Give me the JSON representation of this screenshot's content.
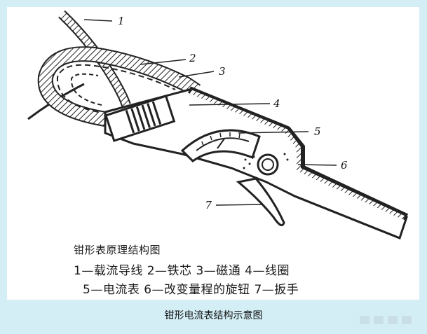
{
  "diagram": {
    "callouts": [
      "1",
      "2",
      "3",
      "4",
      "5",
      "6",
      "7"
    ],
    "legend_title": "钳形表原理结构图",
    "legend_row_1": "1—载流导线  2—铁芯  3—磁通  4—线圈",
    "legend_row_2": "5—电流表  6—改变量程的旋钮  7—扳手"
  },
  "caption": "钳形电流表结构示意图"
}
